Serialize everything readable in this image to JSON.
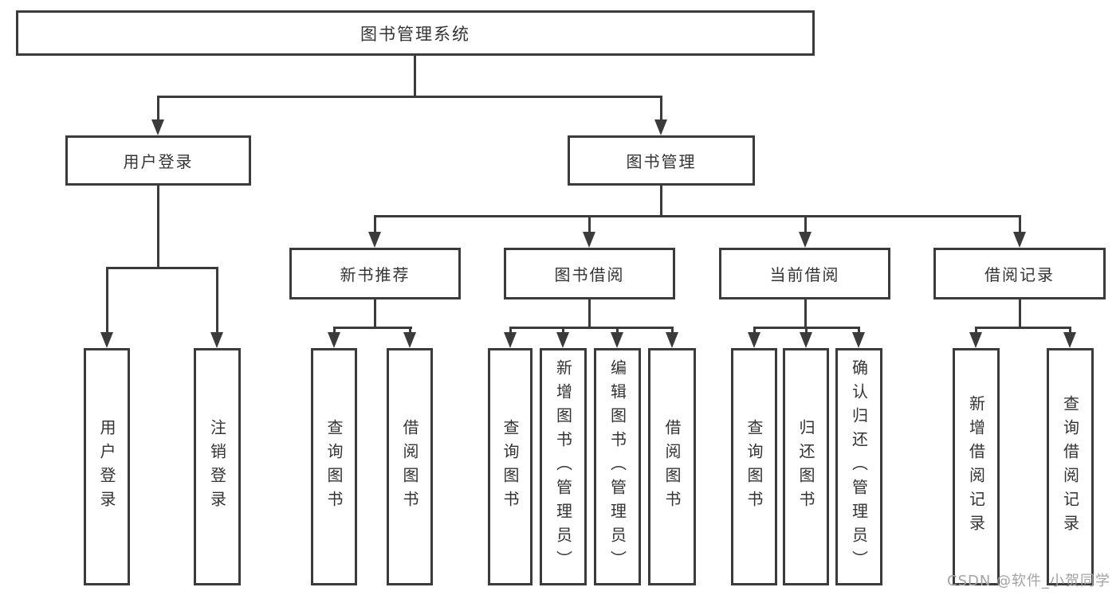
{
  "diagram": {
    "root": {
      "label": "图书管理系统"
    },
    "level2": [
      {
        "label": "用户登录",
        "children": [
          {
            "label": "用户登录"
          },
          {
            "label": "注销登录"
          }
        ]
      },
      {
        "label": "图书管理",
        "children": [
          {
            "label": "新书推荐",
            "children": [
              {
                "label": "查询图书"
              },
              {
                "label": "借阅图书"
              }
            ]
          },
          {
            "label": "图书借阅",
            "children": [
              {
                "label": "查询图书"
              },
              {
                "label": "新增图书（管理员）"
              },
              {
                "label": "编辑图书（管理员）"
              },
              {
                "label": "借阅图书"
              }
            ]
          },
          {
            "label": "当前借阅",
            "children": [
              {
                "label": "查询图书"
              },
              {
                "label": "归还图书"
              },
              {
                "label": "确认归还（管理员）"
              }
            ]
          },
          {
            "label": "借阅记录",
            "children": [
              {
                "label": "新增借阅记录"
              },
              {
                "label": "查询借阅记录"
              }
            ]
          }
        ]
      }
    ]
  },
  "watermark": {
    "text": "CSDN @软件_小贺同学"
  },
  "colors": {
    "line": "#3b3b3b",
    "text": "#333333",
    "watermark": "#a3a3a3",
    "background": "#ffffff"
  }
}
